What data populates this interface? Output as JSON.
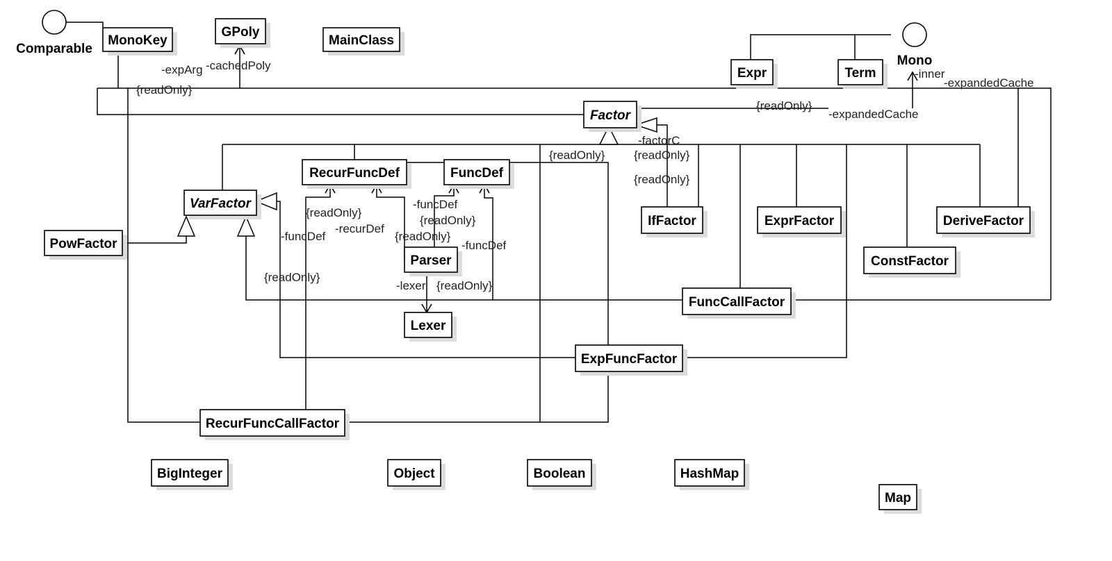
{
  "interfaces": {
    "comparable": "Comparable",
    "mono": "Mono"
  },
  "classes": {
    "monokey": "MonoKey",
    "gpoly": "GPoly",
    "mainclass": "MainClass",
    "expr": "Expr",
    "term": "Term",
    "factor": "Factor",
    "recurfuncdef": "RecurFuncDef",
    "funcdef": "FuncDef",
    "varfactor": "VarFactor",
    "powfactor": "PowFactor",
    "parser": "Parser",
    "lexer": "Lexer",
    "iffactor": "IfFactor",
    "exprfactor": "ExprFactor",
    "derivefactor": "DeriveFactor",
    "constfactor": "ConstFactor",
    "funccallfactor": "FuncCallFactor",
    "expfuncfactor": "ExpFuncFactor",
    "recurfunccallfactor": "RecurFuncCallFactor",
    "biginteger": "BigInteger",
    "object": "Object",
    "boolean": "Boolean",
    "hashmap": "HashMap",
    "map": "Map"
  },
  "labels": {
    "exparg": "-expArg",
    "cachedpoly": "-cachedPoly",
    "readonly_top": "{readOnly}",
    "inner": "-inner",
    "expandedcache_1": "-expandedCache",
    "expandedcache_2": "-expandedCache",
    "readonly_mono": "{readOnly}",
    "factorc": "-factorC",
    "readonly_factor": "{readOnly}",
    "readonly_if1": "{readOnly}",
    "readonly_if2": "{readOnly}",
    "readonly_recurdef": "{readOnly}",
    "recurdef": "-recurDef",
    "funcdef_parser": "-funcDef",
    "readonly_parser1": "{readOnly}",
    "readonly_parser2": "{readOnly}",
    "funcdef_recurcall": "-funcDef",
    "funcdef_funccall": "-funcDef",
    "readonly_recurcall": "{readOnly}",
    "lexer": "-lexer",
    "readonly_lexer": "{readOnly}"
  }
}
